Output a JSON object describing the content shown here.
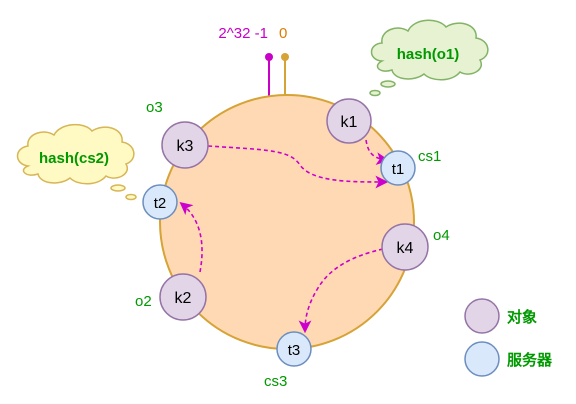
{
  "ring": {
    "top_label_max": "2^32 -1",
    "top_label_zero": "0"
  },
  "objects": [
    {
      "id": "k1",
      "label": "k1",
      "name": "o1"
    },
    {
      "id": "k3",
      "label": "k3",
      "name": "o3"
    },
    {
      "id": "k4",
      "label": "k4",
      "name": "o4"
    },
    {
      "id": "k2",
      "label": "k2",
      "name": "o2"
    }
  ],
  "servers": [
    {
      "id": "t1",
      "label": "t1",
      "name": "cs1"
    },
    {
      "id": "t2",
      "label": "t2",
      "name": "cs2"
    },
    {
      "id": "t3",
      "label": "t3",
      "name": "cs3"
    }
  ],
  "clouds": [
    {
      "id": "cloud-o1",
      "text": "hash(o1)"
    },
    {
      "id": "cloud-cs2",
      "text": "hash(cs2)"
    }
  ],
  "legend": {
    "object_label": "对象",
    "server_label": "服务器"
  },
  "colors": {
    "ring_fill": "#FFD9B3",
    "ring_stroke": "#D6A336",
    "object_fill": "#E1D5E7",
    "object_stroke": "#9673A6",
    "server_fill": "#DAE8FC",
    "server_stroke": "#6C8EBF",
    "arrow": "#CC00CC",
    "green_text": "#009900",
    "marker_max": "#C800C8",
    "marker_zero": "#E07B00",
    "cloud_fill": "#E6F2D2",
    "cloud_fill_yellow": "#FFF9C4",
    "cloud_stroke_green": "#82B366",
    "cloud_stroke_yellow": "#D6B656"
  }
}
